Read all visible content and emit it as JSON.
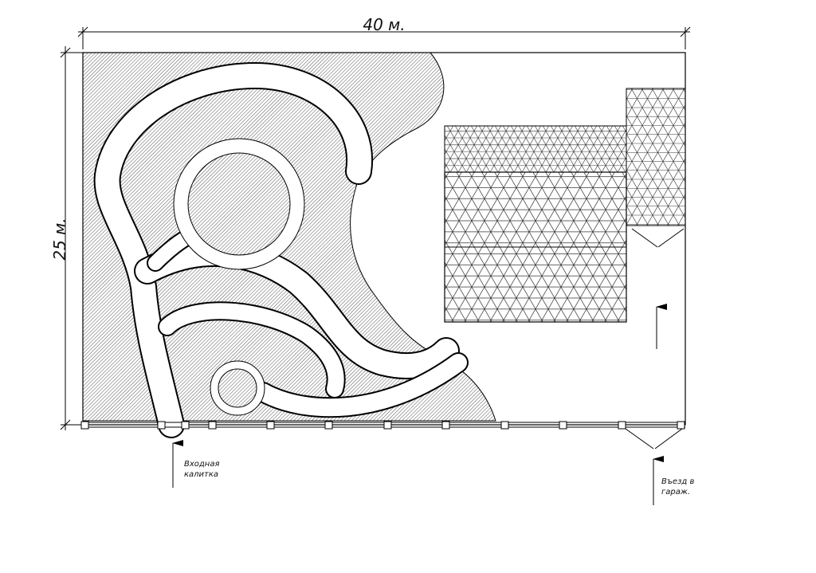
{
  "dimensions": {
    "width_label": "40 м.",
    "height_label": "25 м."
  },
  "annotations": {
    "gate_line1": "Входная",
    "gate_line2": "калитка",
    "garage_line1": "Въезд в",
    "garage_line2": "гараж."
  }
}
